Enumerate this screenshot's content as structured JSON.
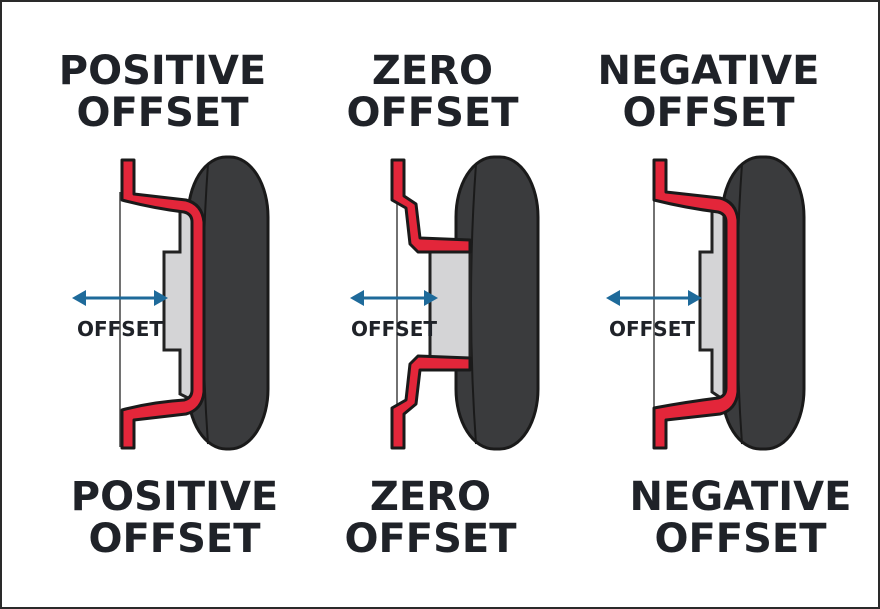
{
  "colors": {
    "wheel_red": "#e3263a",
    "hub_gray": "#d4d4d6",
    "tire_dark": "#3a3b3d",
    "arrow_blue": "#1e6a9a",
    "text_dark": "#1f2228"
  },
  "panels": [
    {
      "top_title": [
        "POSITIVE",
        "OFFSET"
      ],
      "arrow_label": "OFFSET",
      "bottom_title": [
        "POSITIVE",
        "OFFSET"
      ]
    },
    {
      "top_title": [
        "ZERO",
        "OFFSET"
      ],
      "arrow_label": "OFFSET",
      "bottom_title": [
        "ZERO",
        "OFFSET"
      ]
    },
    {
      "top_title": [
        "NEGATIVE",
        "OFFSET"
      ],
      "arrow_label": "OFFSET",
      "bottom_title": [
        "NEGATIVE",
        "OFFSET"
      ]
    }
  ]
}
